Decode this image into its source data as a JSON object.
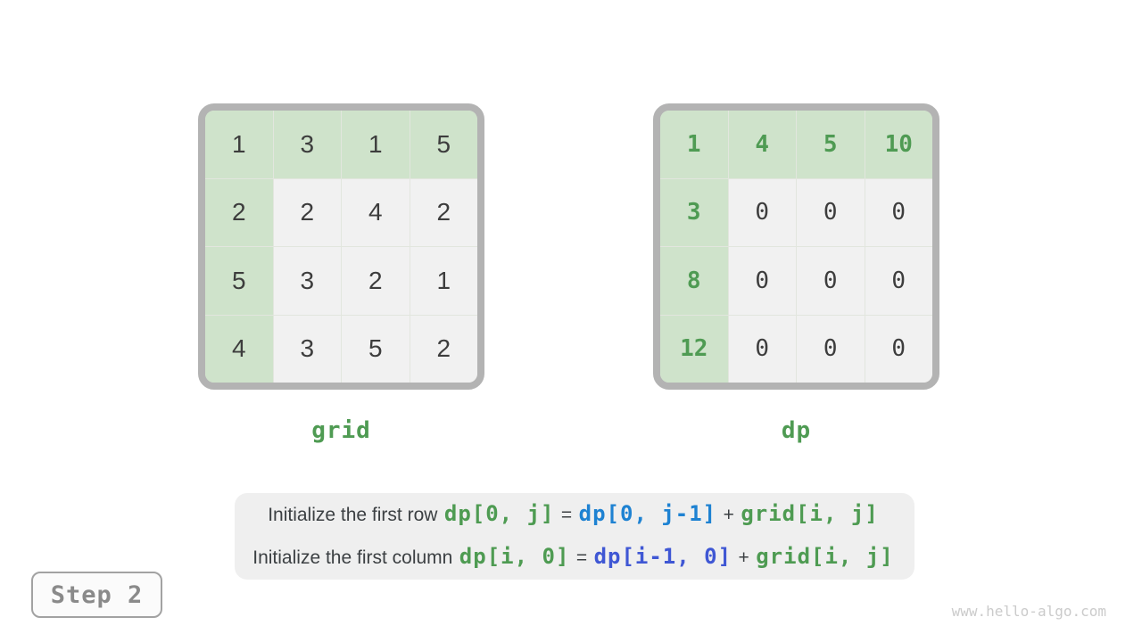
{
  "figure": {
    "topic": "dynamic-programming-initialization",
    "watermark": "www.hello-algo.com"
  },
  "step_badge": {
    "label": "Step 2"
  },
  "grids": {
    "grid": {
      "label": "grid",
      "cells": [
        [
          "1",
          "3",
          "1",
          "5"
        ],
        [
          "2",
          "2",
          "4",
          "2"
        ],
        [
          "5",
          "3",
          "2",
          "1"
        ],
        [
          "4",
          "3",
          "5",
          "2"
        ]
      ]
    },
    "dp": {
      "label": "dp",
      "cells": [
        [
          "1",
          "4",
          "5",
          "10"
        ],
        [
          "3",
          "0",
          "0",
          "0"
        ],
        [
          "8",
          "0",
          "0",
          "0"
        ],
        [
          "12",
          "0",
          "0",
          "0"
        ]
      ]
    }
  },
  "caption": {
    "lines": [
      {
        "text": "Initialize the first row",
        "code1": "dp[0, j]",
        "eq": "=",
        "code2": "dp[0, j-1]",
        "plus": "+",
        "code3": "grid[i, j]"
      },
      {
        "text": "Initialize the first column",
        "code1": "dp[i, 0]",
        "eq": "=",
        "code2": "dp[i-1, 0]",
        "plus": "+",
        "code3": "grid[i, j]"
      }
    ]
  },
  "colors": {
    "header_cell_bg": "#cfe3cb",
    "body_cell_bg": "#f1f1f1",
    "frame_border": "#b3b3b3",
    "green_text": "#4f9b53",
    "azure_code": "#1e82d2",
    "royal_code": "#3f57d4",
    "dark_text": "#3c4043",
    "caption_bg": "#efefef",
    "step_text": "#8a8a8a",
    "watermark_text": "#cbcbcb"
  }
}
